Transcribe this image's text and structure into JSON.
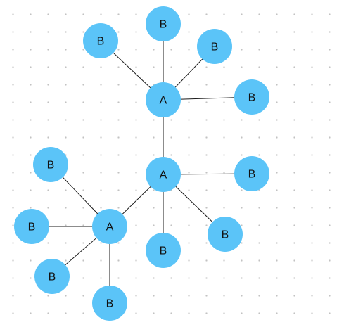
{
  "diagram": {
    "node_color": "#5bc4f8",
    "nodes": [
      {
        "id": "a1",
        "label": "A"
      },
      {
        "id": "a2",
        "label": "A"
      },
      {
        "id": "a3",
        "label": "A"
      },
      {
        "id": "b1",
        "label": "B"
      },
      {
        "id": "b2",
        "label": "B"
      },
      {
        "id": "b3",
        "label": "B"
      },
      {
        "id": "b4",
        "label": "B"
      },
      {
        "id": "b5",
        "label": "B"
      },
      {
        "id": "b6",
        "label": "B"
      },
      {
        "id": "b7",
        "label": "B"
      },
      {
        "id": "b8",
        "label": "B"
      },
      {
        "id": "b9",
        "label": "B"
      },
      {
        "id": "b10",
        "label": "B"
      },
      {
        "id": "b11",
        "label": "B"
      }
    ],
    "edges": [
      {
        "from": "a1",
        "to": "b1"
      },
      {
        "from": "a1",
        "to": "b2"
      },
      {
        "from": "a1",
        "to": "b3"
      },
      {
        "from": "a1",
        "to": "b4"
      },
      {
        "from": "a1",
        "to": "a2"
      },
      {
        "from": "a2",
        "to": "b5"
      },
      {
        "from": "a2",
        "to": "b6"
      },
      {
        "from": "a2",
        "to": "b7"
      },
      {
        "from": "a2",
        "to": "a3"
      },
      {
        "from": "a3",
        "to": "b8"
      },
      {
        "from": "a3",
        "to": "b9"
      },
      {
        "from": "a3",
        "to": "b10"
      },
      {
        "from": "a3",
        "to": "b11"
      }
    ]
  }
}
